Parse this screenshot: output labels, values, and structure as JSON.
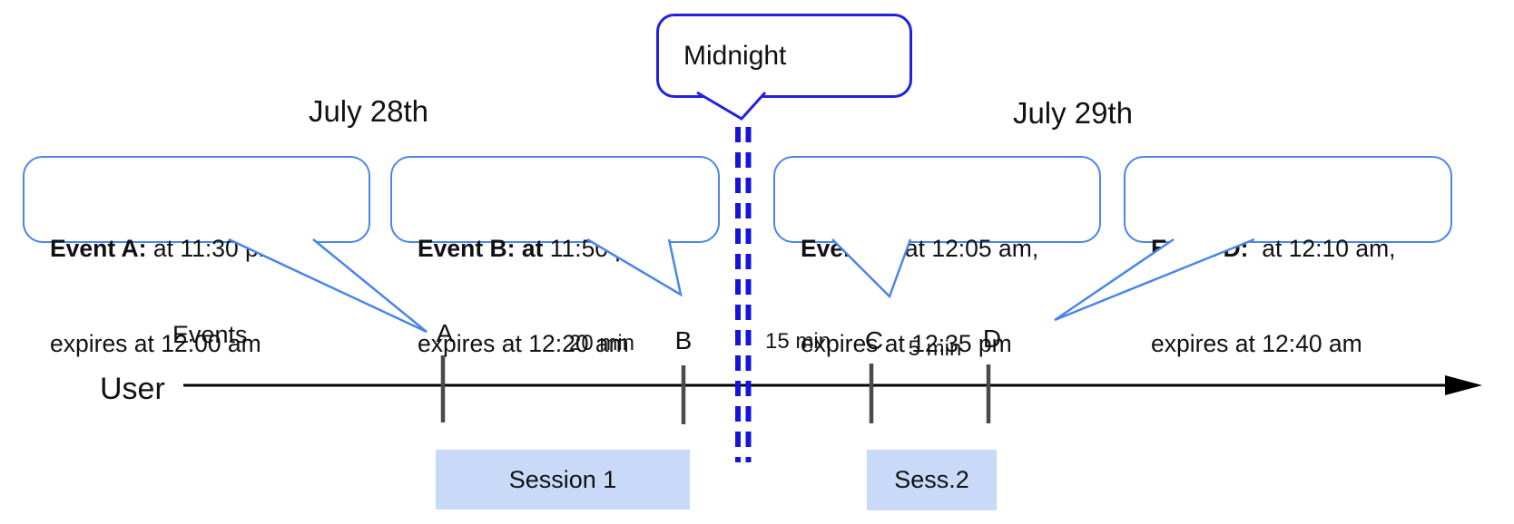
{
  "titles": {
    "left_date": "July 28th",
    "right_date": "July 29th"
  },
  "midnight_callout": {
    "text": "Midnight"
  },
  "event_callouts": [
    {
      "bold": "Event A:",
      "rest": " at 11:30 pm,",
      "line2": "expires at 12:00 am"
    },
    {
      "bold": "Event B: at",
      "rest": " 11:50 pm,",
      "line2": "expires at 12:20 am"
    },
    {
      "bold": "Event C:",
      "rest": " at 12:05 am,",
      "line2": "expires at 12:35 pm"
    },
    {
      "bold": "Event D:",
      "rest": "  at 12:10 am,",
      "line2": "expires at 12:40 am"
    }
  ],
  "timeline": {
    "events_label": "Events",
    "user_label": "User",
    "tick_labels": [
      "A",
      "B",
      "C",
      "D"
    ],
    "gap_labels": [
      "20 min",
      "15 min",
      "5 min"
    ]
  },
  "sessions": [
    {
      "label": "Session 1"
    },
    {
      "label": "Sess.2"
    }
  ],
  "colors": {
    "event_border": "#4a86e8",
    "midnight_border": "#2222dd",
    "dash_blue": "#1414dd",
    "session_fill": "#c9daf8",
    "tick_gray": "#4a4a4a",
    "timeline_black": "#000000"
  }
}
